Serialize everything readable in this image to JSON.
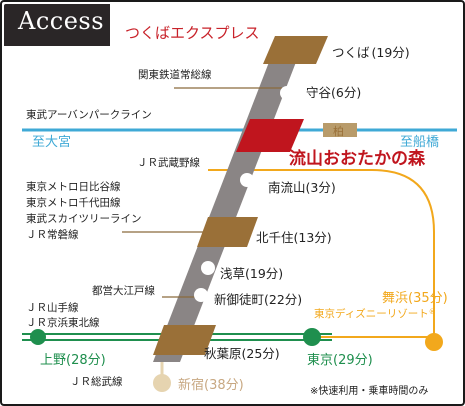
{
  "header": {
    "title": "Access"
  },
  "line_name": "つくばエクスプレス",
  "note": "※快速利用・乗車時間のみ",
  "colors": {
    "tx_line": "#8a8585",
    "station_box": "#9a7038",
    "highlight": "#c0151e",
    "tx_label": "#c8222a",
    "tobu_urban_park": "#3fa9d6",
    "kasiwa_text": "#9a7038",
    "musashino": "#f2a81c",
    "yamanote_keihin": "#1f8f4e",
    "sobu": "#e6d4b0",
    "connector": "#8a6a3c"
  },
  "stations": [
    {
      "id": "tsukuba",
      "name": "つくば",
      "time": "(19分)",
      "type": "hub"
    },
    {
      "id": "moriya",
      "name": "守谷",
      "time": "(6分)",
      "type": "stop"
    },
    {
      "id": "nagareyama",
      "name": "流山おおたかの森",
      "time": "",
      "type": "home"
    },
    {
      "id": "minaminagareyama",
      "name": "南流山",
      "time": "(3分)",
      "type": "stop"
    },
    {
      "id": "kitasenju",
      "name": "北千住",
      "time": "(13分)",
      "type": "hub"
    },
    {
      "id": "asakusa",
      "name": "浅草",
      "time": "(19分)",
      "type": "stop"
    },
    {
      "id": "shinokachimachi",
      "name": "新御徒町",
      "time": "(22分)",
      "type": "stop"
    },
    {
      "id": "akihabara",
      "name": "秋葉原",
      "time": "(25分)",
      "type": "hub"
    }
  ],
  "lines": {
    "kanto_joso": "関東鉄道常総線",
    "tobu_urban_park": "東武アーバンパークライン",
    "jr_musashino": "ＪＲ武蔵野線",
    "kitasenju_connections": [
      "東京メトロ日比谷線",
      "東京メトロ千代田線",
      "東武スカイツリーライン",
      "ＪＲ常磐線"
    ],
    "toei_oedo": "都営大江戸線",
    "jr_yamanote": "ＪＲ山手線",
    "jr_keihin_tohoku": "ＪＲ京浜東北線",
    "jr_sobu": "ＪＲ総武線"
  },
  "destinations": {
    "omiya": "至大宮",
    "funabashi": "至船橋",
    "kashiwa": "柏",
    "ueno": "上野(28分)",
    "tokyo": "東京(29分)",
    "maihama": "舞浜(35分)",
    "disney": "東京ディズニーリゾート",
    "disney_mark": "®",
    "shinjuku": "新宿(38分)"
  }
}
